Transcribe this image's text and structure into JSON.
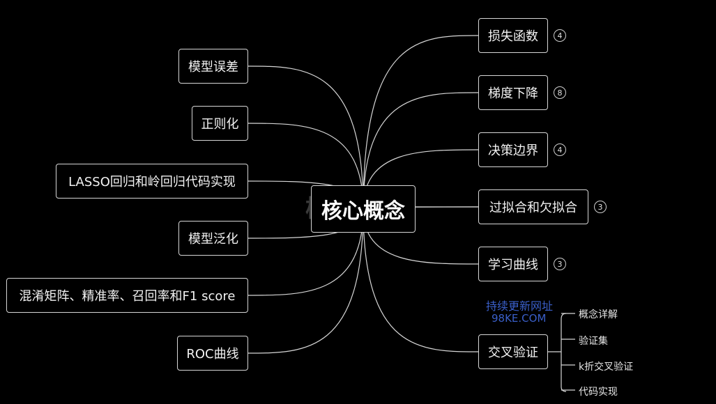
{
  "center": {
    "label": "核心概念",
    "ghost": "模型"
  },
  "left_nodes": [
    {
      "label": "模型误差"
    },
    {
      "label": "正则化"
    },
    {
      "label": "LASSO回归和岭回归代码实现"
    },
    {
      "label": "模型泛化"
    },
    {
      "label": "混淆矩阵、精准率、召回率和F1 score"
    },
    {
      "label": "ROC曲线"
    }
  ],
  "right_nodes": [
    {
      "label": "损失函数",
      "count": "4"
    },
    {
      "label": "梯度下降",
      "count": "8"
    },
    {
      "label": "决策边界",
      "count": "4"
    },
    {
      "label": "过拟合和欠拟合",
      "count": "3"
    },
    {
      "label": "学习曲线",
      "count": "3"
    },
    {
      "label": "交叉验证",
      "count": ""
    }
  ],
  "cross_validation_children": [
    {
      "label": "概念详解"
    },
    {
      "label": "验证集"
    },
    {
      "label": "k折交叉验证"
    },
    {
      "label": "代码实现"
    }
  ],
  "watermark": {
    "line1": "持续更新网址",
    "line2": "98KE.COM"
  },
  "colors": {
    "background": "#000000",
    "line": "#d7d7d7",
    "watermark": "#3a5fc9",
    "underline": "#d62020"
  }
}
